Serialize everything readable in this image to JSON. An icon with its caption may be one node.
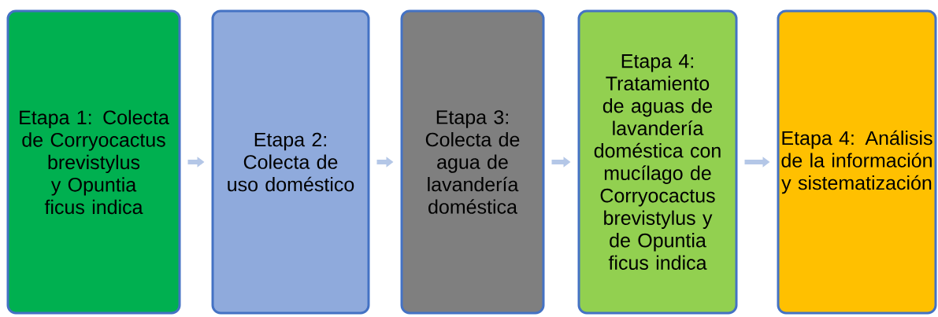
{
  "diagram": {
    "nodes": [
      {
        "text": [
          "Etapa 1: Colecta de Corryocactus brevistylus y Opuntia ficus indica"
        ]
      },
      {
        "text": [
          "Etapa 2: Colecta de uso doméstico"
        ]
      },
      {
        "text": [
          "Etapa 3: Colecta de agua de lavandería doméstica"
        ]
      },
      {
        "text": [
          "Etapa 4: Tratamiento de aguas de lavandería doméstica con mucílago de Corryocactus brevistylus y de Opuntia ficus indica"
        ]
      },
      {
        "text": [
          "Etapa 4: Análisis de la información y sistematización"
        ]
      }
    ],
    "edges": [
      {
        "from": 0,
        "to": 1,
        "arrow": "to"
      },
      {
        "from": 1,
        "to": 2,
        "arrow": "to"
      },
      {
        "from": 2,
        "to": 3,
        "arrow": "to"
      },
      {
        "from": 3,
        "to": 4,
        "arrow": "to"
      }
    ]
  }
}
